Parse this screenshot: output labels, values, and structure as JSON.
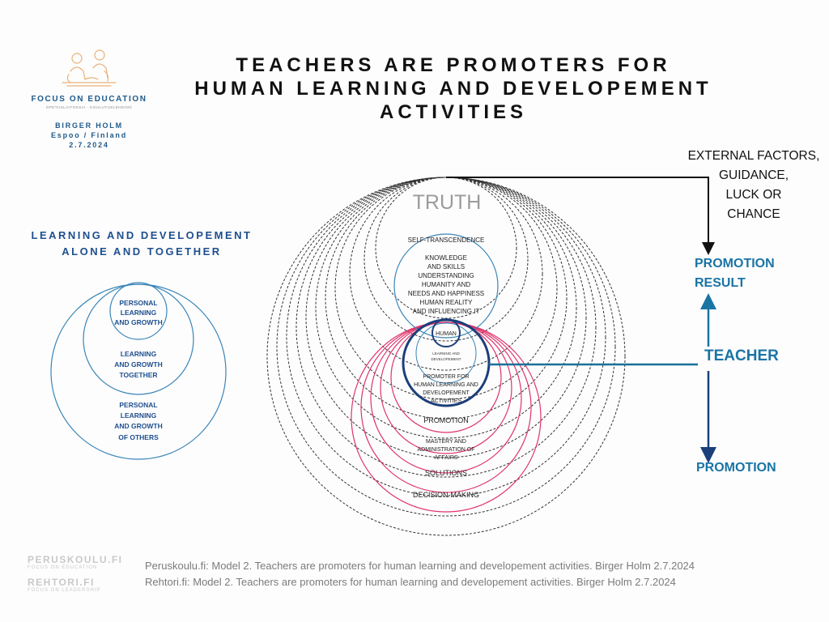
{
  "title": {
    "line1": "TEACHERS ARE PROMOTERS FOR",
    "line2": "HUMAN LEARNING AND DEVELOPEMENT",
    "line3": "ACTIVITIES"
  },
  "logo": {
    "name": "FOCUS ON EDUCATION",
    "tagline": "OPETUSLAITOKSIA · KOULUTUSLEHDING",
    "author": "BIRGER HOLM",
    "place": "Espoo / Finland",
    "date": "2.7.2024"
  },
  "left_panel": {
    "heading_line1": "LEARNING AND DEVELOPEMENT",
    "heading_line2": "ALONE AND TOGETHER",
    "inner": [
      "PERSONAL",
      "LEARNING",
      "AND GROWTH"
    ],
    "middle": [
      "LEARNING",
      "AND GROWTH",
      "TOGETHER"
    ],
    "outer": [
      "PERSONAL",
      "LEARNING",
      "AND GROWTH",
      "OF OTHERS"
    ]
  },
  "diagram": {
    "truth": "TRUTH",
    "self_transcendence": "SELF-TRANSCENDENCE",
    "knowledge": [
      "KNOWLEDGE",
      "AND SKILLS",
      "UNDERSTANDING",
      "HUMANITY AND",
      "NEEDS AND HAPPINESS",
      "HUMAN REALITY",
      "AND INFLUENCING IT"
    ],
    "human": "HUMAN",
    "learning_dev": [
      "LEARNING AND",
      "DEVELOPEMENT"
    ],
    "promoter": [
      "PROMOTER FOR",
      "HUMAN LEARNING AND",
      "DEVELOPEMENT",
      "ACTIVITIES"
    ],
    "promotion": "PROMOTION",
    "mastery": [
      "MASTERY AND",
      "ADMINISTRATION OF",
      "AFFAIRS"
    ],
    "solutions": "SOLUTIONS",
    "decision_making": "DECISION-MAKING"
  },
  "right_panel": {
    "external": [
      "EXTERNAL FACTORS,",
      "GUIDANCE,",
      "LUCK OR",
      "CHANCE"
    ],
    "promotion_result_line1": "PROMOTION",
    "promotion_result_line2": "RESULT",
    "teacher": "TEACHER",
    "promotion": "PROMOTION"
  },
  "footer": {
    "logo1_name": "PERUSKOULU.FI",
    "logo1_sub": "FOCUS ON EDUCATION",
    "logo2_name": "REHTORI.FI",
    "logo2_sub": "FOCUS ON LEADERSHIP",
    "line1": "Peruskoulu.fi: Model 2. Teachers  are promoters for human learning and developement  activities. Birger Holm 2.7.2024",
    "line2": "Rehtori.fi: Model 2. Teachers  are promoters for human learning and developement  activities. Birger Holm 2.7.2024"
  },
  "colors": {
    "title": "#111111",
    "brand_blue": "#1f5a8a",
    "heading_blue": "#1e4f8e",
    "light_blue": "#1a74a5",
    "navy": "#1b3f7a",
    "circle_blue": "#3a85b8",
    "red_circles": "#e0336c",
    "dashed": "#333333",
    "truth_gray": "#9b9b9b",
    "footer_gray": "#7b7b7b"
  }
}
